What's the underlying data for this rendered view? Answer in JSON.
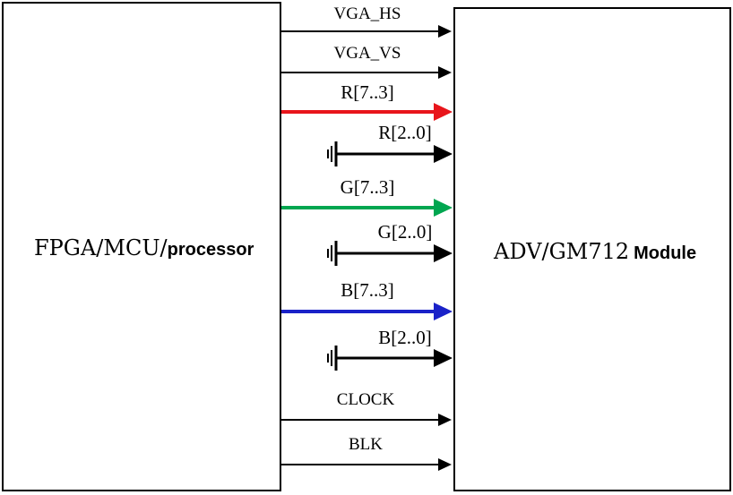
{
  "left_block": {
    "label_serif": "FPGA/MCU/",
    "label_sans": "processor"
  },
  "right_block": {
    "label_serif": "ADV/GM712",
    "label_sans": "Module"
  },
  "signals": [
    {
      "id": "vga-hs",
      "label": "VGA_HS",
      "color": "#000000",
      "kind": "wire",
      "width": "thin"
    },
    {
      "id": "vga-vs",
      "label": "VGA_VS",
      "color": "#000000",
      "kind": "wire",
      "width": "thin"
    },
    {
      "id": "r-high",
      "label": "R[7..3]",
      "color": "#e8151b",
      "kind": "bus",
      "width": "thick"
    },
    {
      "id": "r-low",
      "label": "R[2..0]",
      "color": "#000000",
      "kind": "ground",
      "width": "thick"
    },
    {
      "id": "g-high",
      "label": "G[7..3]",
      "color": "#00a650",
      "kind": "bus",
      "width": "thick"
    },
    {
      "id": "g-low",
      "label": "G[2..0]",
      "color": "#000000",
      "kind": "ground",
      "width": "thick"
    },
    {
      "id": "b-high",
      "label": "B[7..3]",
      "color": "#1a22c8",
      "kind": "bus",
      "width": "thick"
    },
    {
      "id": "b-low",
      "label": "B[2..0]",
      "color": "#000000",
      "kind": "ground",
      "width": "thick"
    },
    {
      "id": "clock",
      "label": "CLOCK",
      "color": "#000000",
      "kind": "wire",
      "width": "thin"
    },
    {
      "id": "blk",
      "label": "BLK",
      "color": "#000000",
      "kind": "wire",
      "width": "thin"
    }
  ]
}
